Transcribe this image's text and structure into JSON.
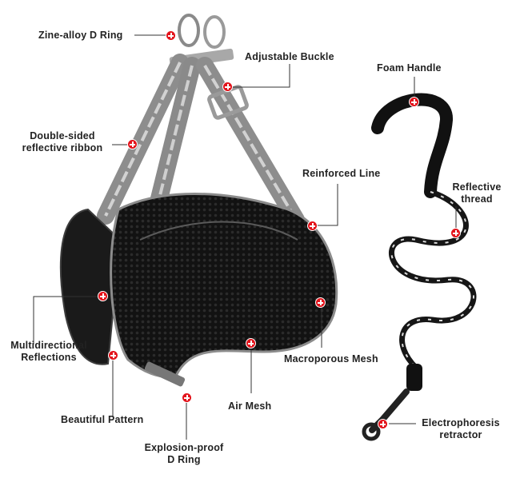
{
  "colors": {
    "background": "#ffffff",
    "marker": "#e3131b",
    "leader_line": "#333333",
    "mesh": "#141414",
    "webbing": "#8d8d8d",
    "reflective_stripe": "#cfcfcf"
  },
  "icons": {
    "marker": "plus-in-red-circle-icon"
  },
  "labels": {
    "d_ring": "Zine-alloy D Ring",
    "buckle": "Adjustable Buckle",
    "foam_handle": "Foam Handle",
    "ribbon": [
      "Double-sided",
      "reflective ribbon"
    ],
    "reinforced": "Reinforced Line",
    "reflective_thread": [
      "Reflective",
      "thread"
    ],
    "multi": [
      "Multidirectional",
      "Reflections"
    ],
    "macro": "Macroporous Mesh",
    "air": "Air Mesh",
    "pattern": "Beautiful Pattern",
    "explosion": [
      "Explosion-proof",
      "D Ring"
    ],
    "electro": [
      "Electrophoresis",
      "retractor"
    ]
  }
}
